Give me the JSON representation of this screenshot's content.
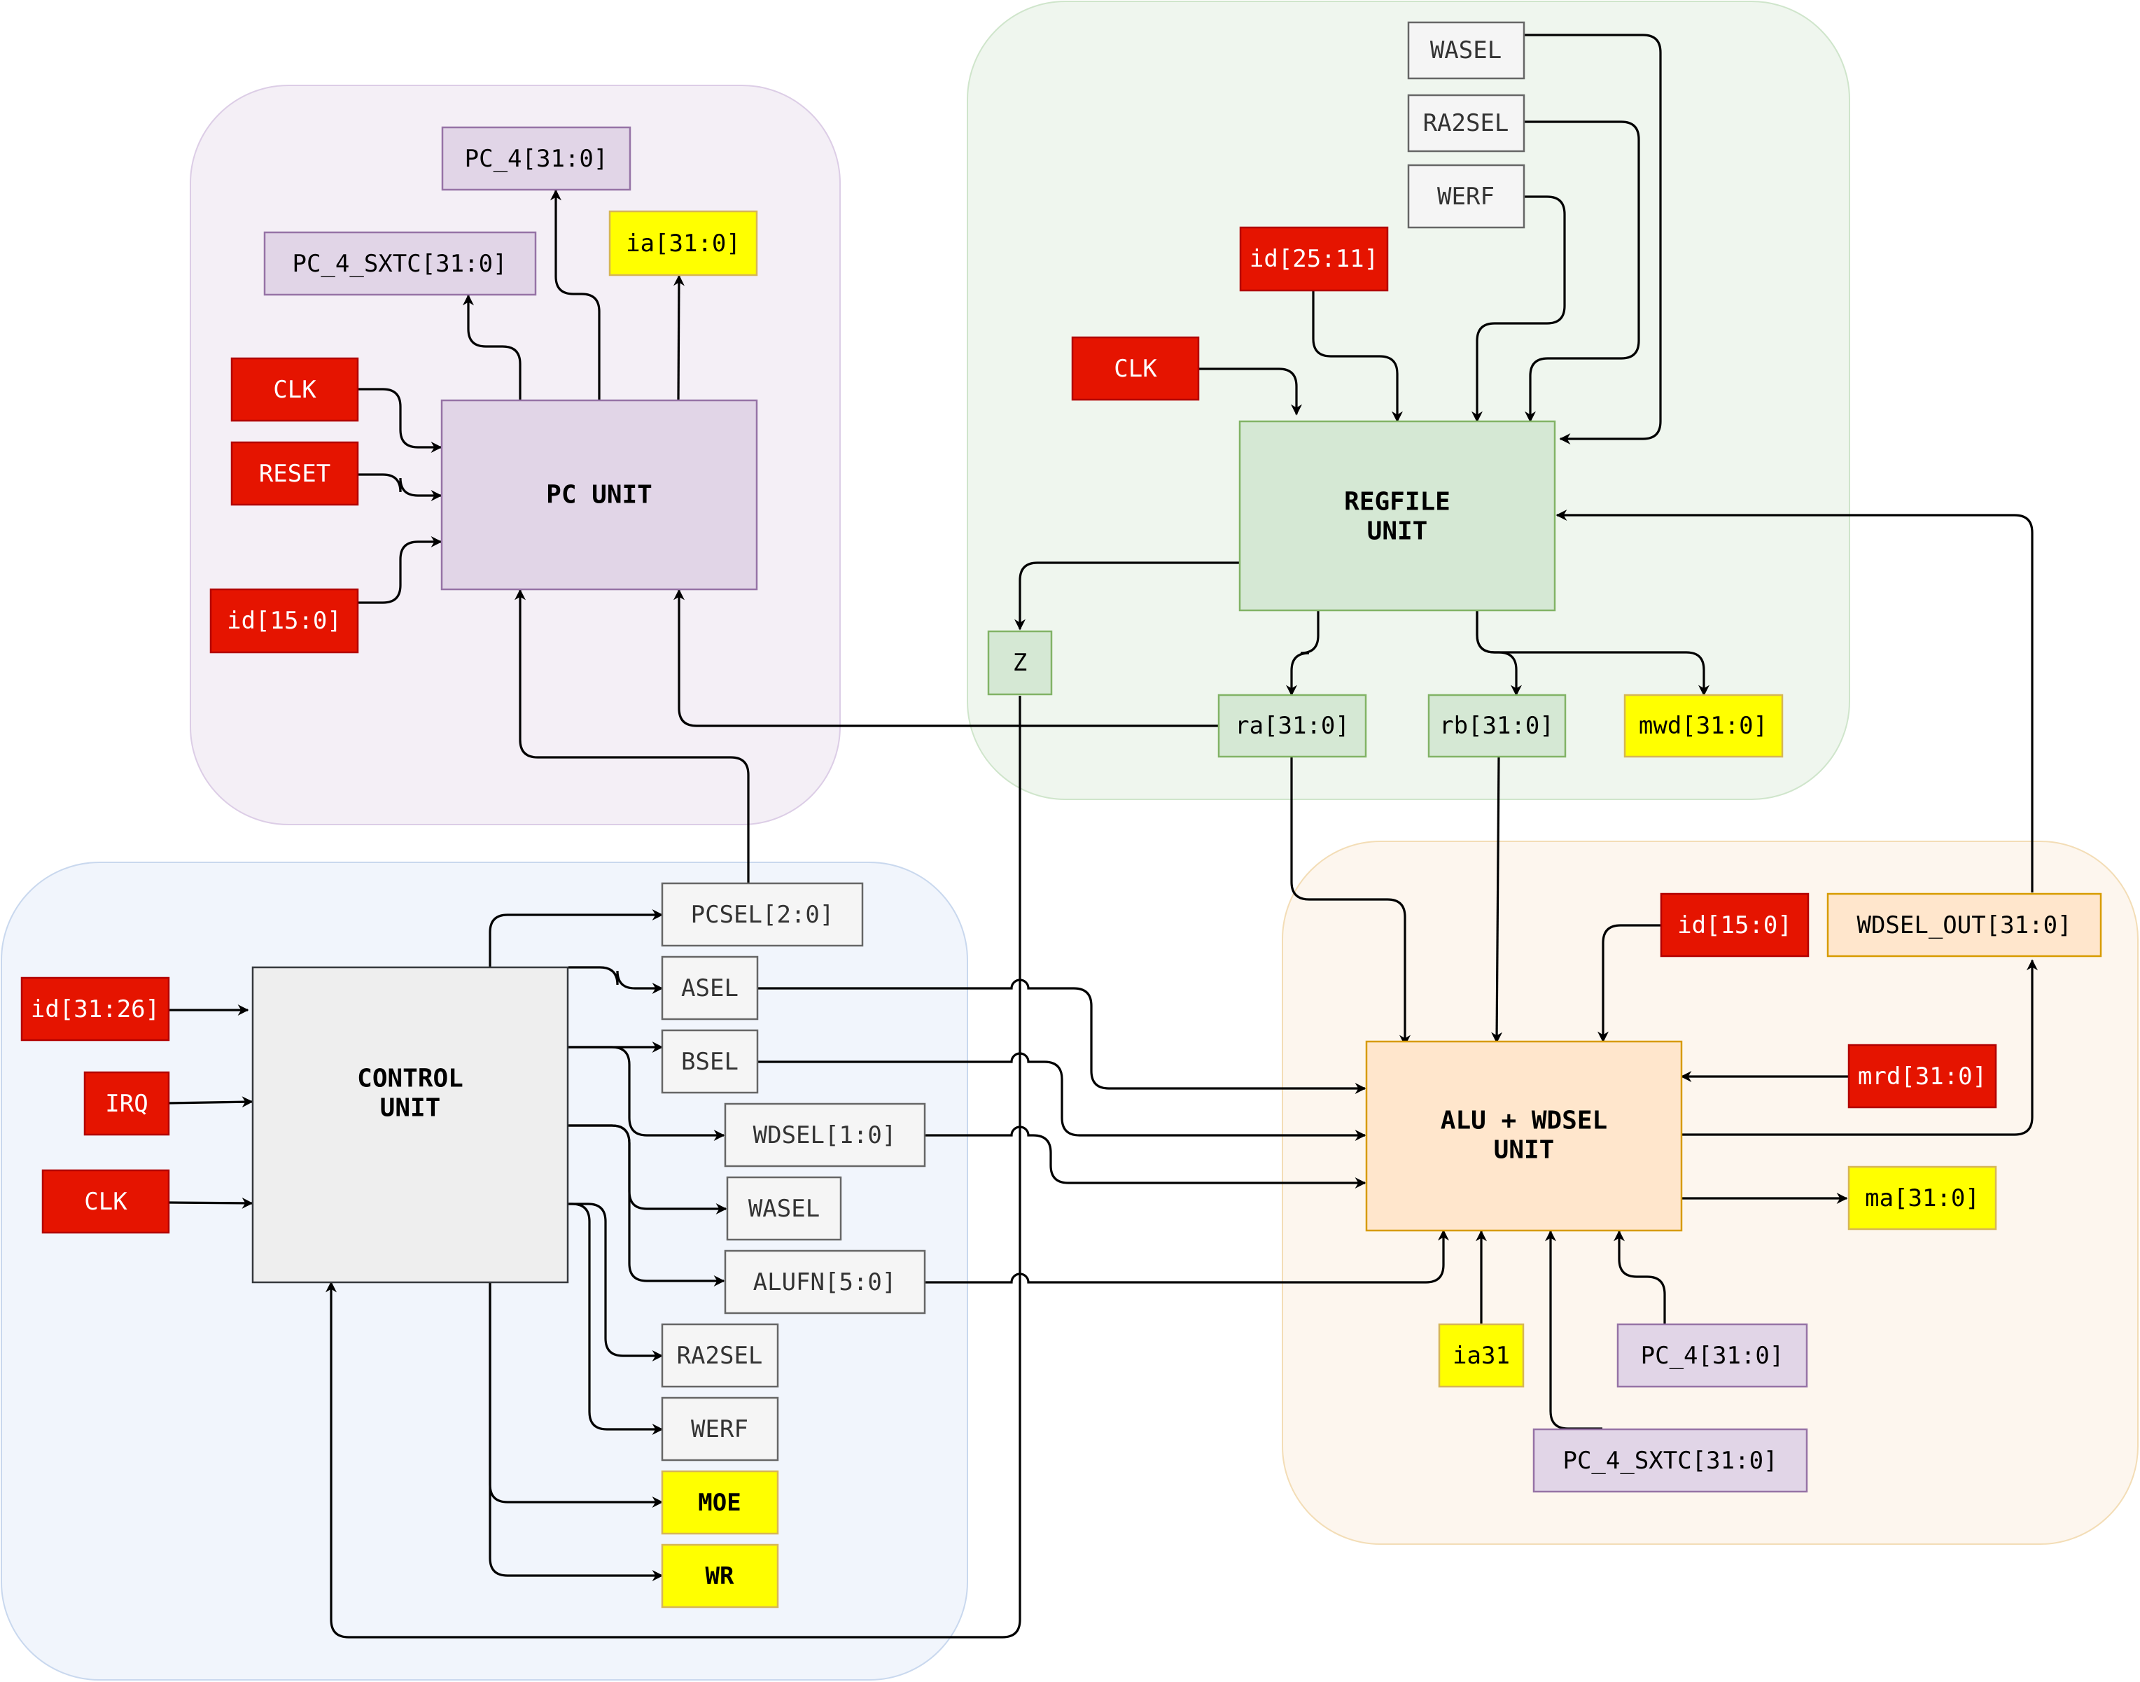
{
  "colors": {
    "red_fill": "#e51400",
    "red_stroke": "#b20000",
    "yellow_fill": "#ffff00",
    "yellow_stroke": "#d6b656",
    "gray_fill": "#f5f5f5",
    "gray_stroke": "#666666",
    "purple_fill": "#e1d5e7",
    "purple_stroke": "#9673a6",
    "green_fill": "#d5e8d4",
    "green_stroke": "#82b366",
    "orange_fill": "#ffe6cc",
    "orange_stroke": "#d79b00",
    "control_fill": "#eeeeee",
    "control_stroke": "#36393d"
  },
  "pc": {
    "unit": "PC UNIT",
    "pc4": "PC_4[31:0]",
    "pc4sxtc": "PC_4_SXTC[31:0]",
    "ia": "ia[31:0]",
    "clk": "CLK",
    "reset": "RESET",
    "id": "id[15:0]"
  },
  "regfile": {
    "unit_line1": "REGFILE",
    "unit_line2": "UNIT",
    "wasel": "WASEL",
    "ra2sel": "RA2SEL",
    "werf": "WERF",
    "id": "id[25:11]",
    "clk": "CLK",
    "z": "Z",
    "ra": "ra[31:0]",
    "rb": "rb[31:0]",
    "mwd": "mwd[31:0]"
  },
  "control": {
    "unit_line1": "CONTROL",
    "unit_line2": "UNIT",
    "id": "id[31:26]",
    "irq": "IRQ",
    "clk": "CLK",
    "pcsel": "PCSEL[2:0]",
    "asel": "ASEL",
    "bsel": "BSEL",
    "wdsel": "WDSEL[1:0]",
    "wasel": "WASEL",
    "alufn": "ALUFN[5:0]",
    "ra2sel": "RA2SEL",
    "werf": "WERF",
    "moe": "MOE",
    "wr": "WR"
  },
  "alu": {
    "unit_line1": "ALU + WDSEL",
    "unit_line2": "UNIT",
    "id": "id[15:0]",
    "wdsel_out": "WDSEL_OUT[31:0]",
    "mrd": "mrd[31:0]",
    "ma": "ma[31:0]",
    "ia31": "ia31",
    "pc4": "PC_4[31:0]",
    "pc4sxtc": "PC_4_SXTC[31:0]"
  }
}
